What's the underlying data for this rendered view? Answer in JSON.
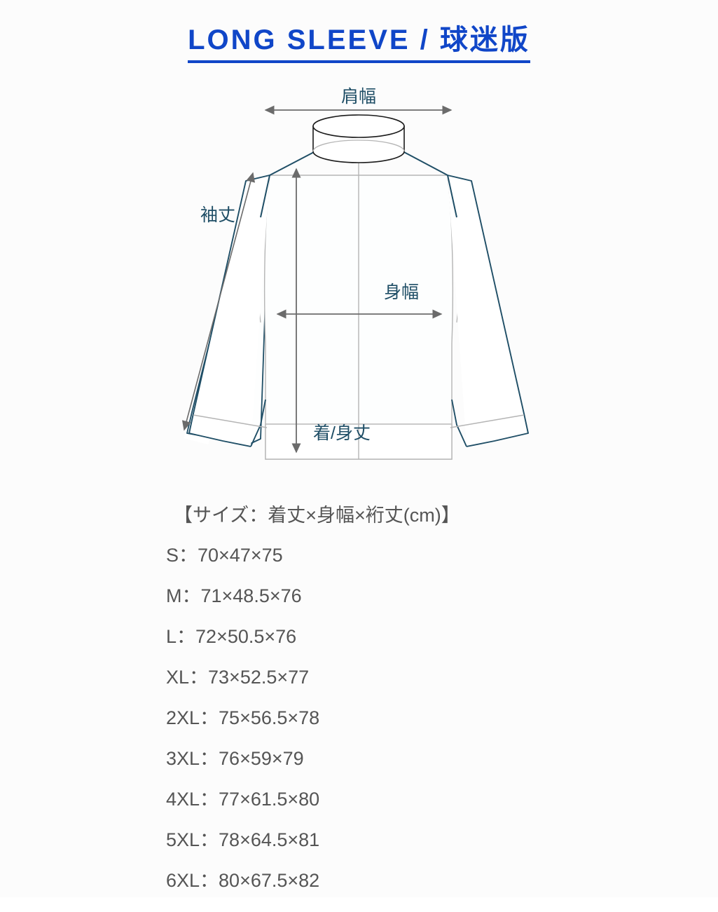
{
  "title": "LONG SLEEVE / 球迷版",
  "title_color": "#1046c8",
  "diagram": {
    "outline_color": "#1f4e66",
    "inner_line_color": "#b5b5b5",
    "arrow_color": "#6b6b6b",
    "label_color": "#1f4e66",
    "labels": {
      "shoulder_width": "肩幅",
      "sleeve_length": "袖丈",
      "body_width": "身幅",
      "body_length": "着/身丈"
    }
  },
  "sizes": {
    "heading": "【サイズ：着丈×身幅×裄丈(cm)】",
    "rows": [
      {
        "label": "S",
        "value": "S：70×47×75"
      },
      {
        "label": "M",
        "value": "M：71×48.5×76"
      },
      {
        "label": "L",
        "value": "L：72×50.5×76"
      },
      {
        "label": "XL",
        "value": "XL：73×52.5×77"
      },
      {
        "label": "2XL",
        "value": "2XL：75×56.5×78"
      },
      {
        "label": "3XL",
        "value": "3XL：76×59×79"
      },
      {
        "label": "4XL",
        "value": "4XL：77×61.5×80"
      },
      {
        "label": "5XL",
        "value": "5XL：78×64.5×81"
      },
      {
        "label": "6XL",
        "value": "6XL：80×67.5×82"
      }
    ]
  },
  "chart_data": {
    "type": "table",
    "title": "LONG SLEEVE / 球迷版",
    "columns": [
      "サイズ",
      "着丈(cm)",
      "身幅(cm)",
      "裄丈(cm)"
    ],
    "rows": [
      [
        "S",
        70,
        47,
        75
      ],
      [
        "M",
        71,
        48.5,
        76
      ],
      [
        "L",
        72,
        50.5,
        76
      ],
      [
        "XL",
        73,
        52.5,
        77
      ],
      [
        "2XL",
        75,
        56.5,
        78
      ],
      [
        "3XL",
        76,
        59,
        79
      ],
      [
        "4XL",
        77,
        61.5,
        80
      ],
      [
        "5XL",
        78,
        64.5,
        81
      ],
      [
        "6XL",
        80,
        67.5,
        82
      ]
    ]
  }
}
